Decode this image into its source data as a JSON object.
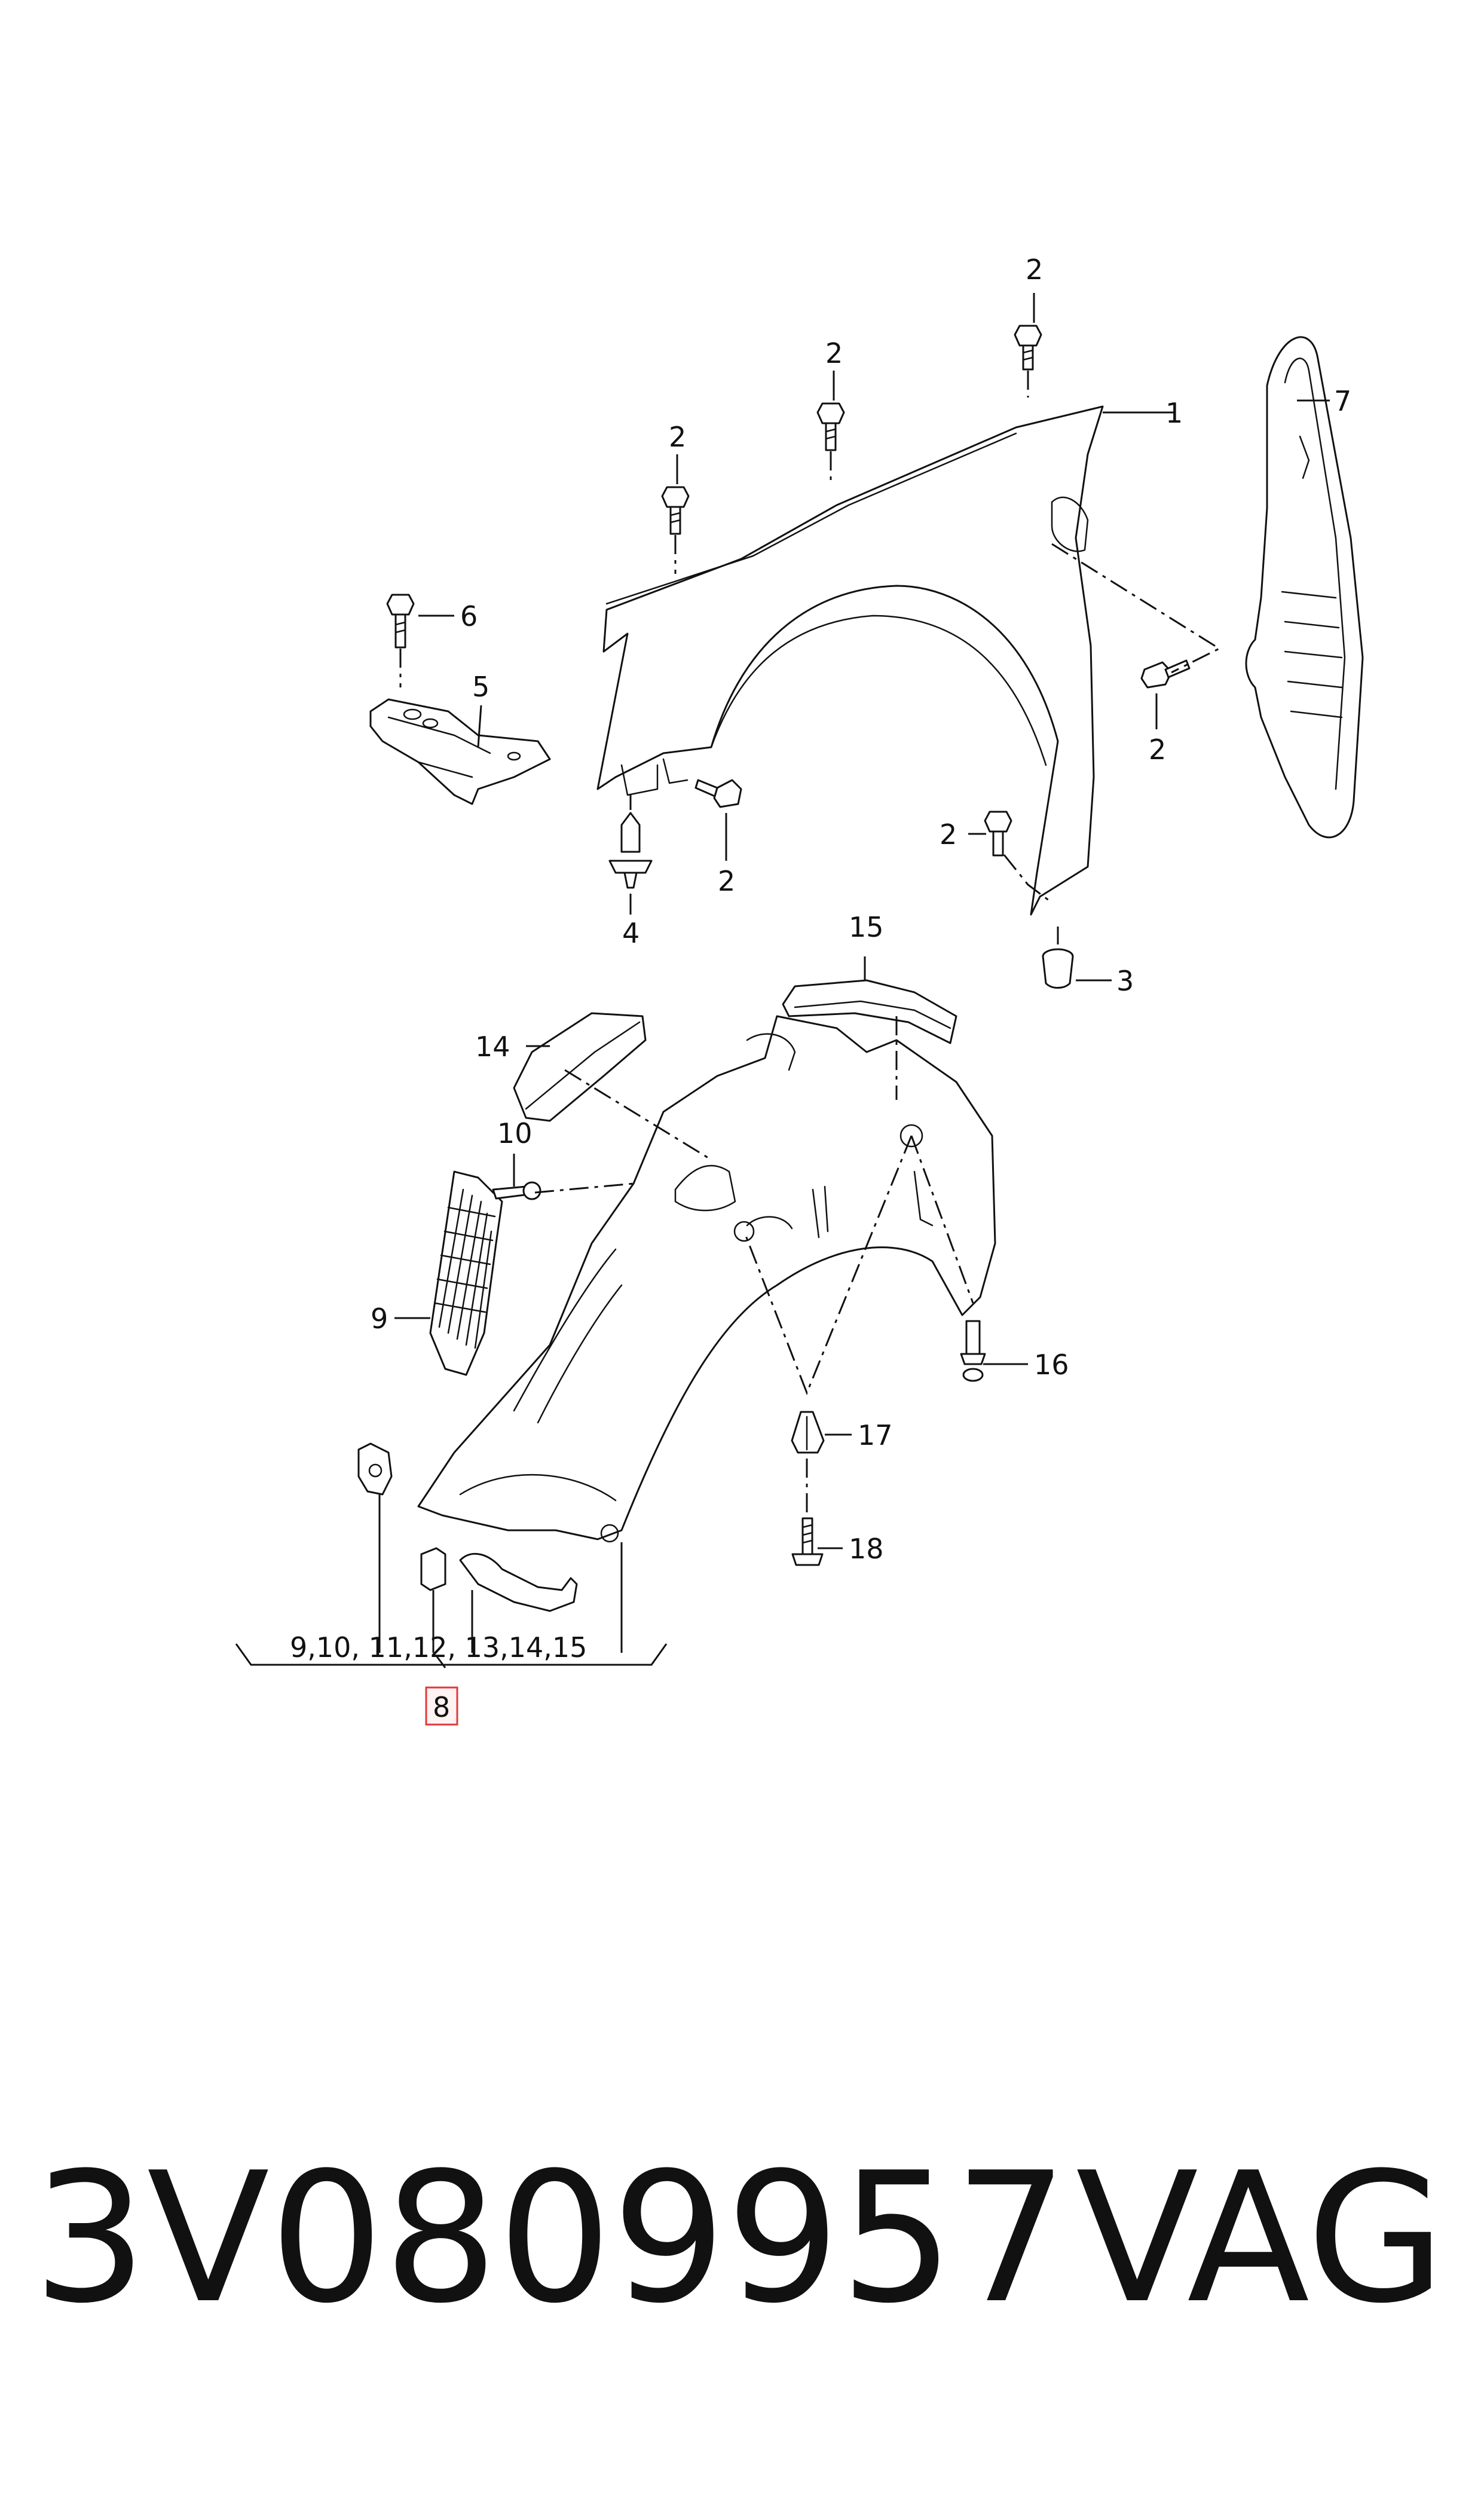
{
  "callouts": {
    "c1": "1",
    "c2": "2",
    "c3": "3",
    "c4": "4",
    "c5": "5",
    "c6": "6",
    "c7": "7",
    "c9": "9",
    "c10": "10",
    "c14": "14",
    "c15": "15",
    "c16": "16",
    "c17": "17",
    "c18": "18"
  },
  "group": {
    "items": "9,10, 11,12, 13,14,15",
    "highlighted": "8",
    "highlight_color": "#e03a3a"
  },
  "caption": {
    "part_number": "3V0809957",
    "brand": "VAG"
  }
}
